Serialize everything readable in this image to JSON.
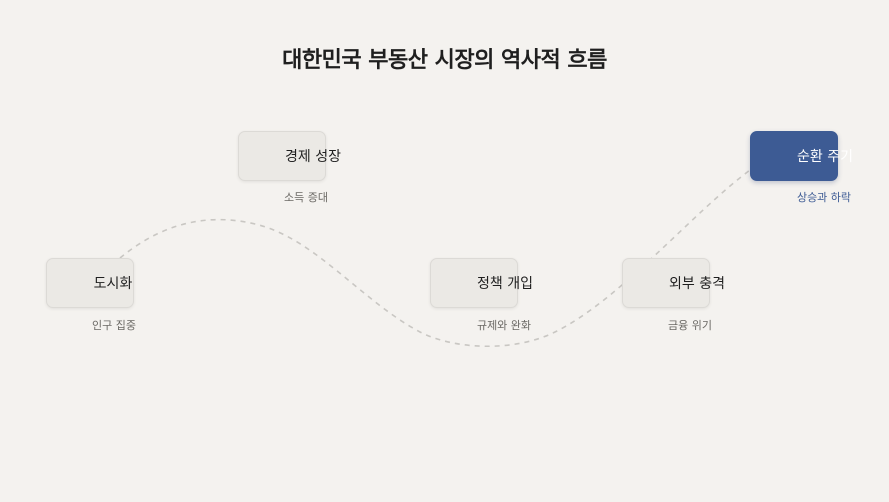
{
  "title": "대한민국 부동산 시장의 역사적 흐름",
  "nodes": [
    {
      "label": "도시화",
      "sub": "인구 집중"
    },
    {
      "label": "경제 성장",
      "sub": "소득 증대"
    },
    {
      "label": "정책 개입",
      "sub": "규제와 완화"
    },
    {
      "label": "외부 충격",
      "sub": "금융 위기"
    },
    {
      "label": "순환 주기",
      "sub": "상승과 하락"
    }
  ],
  "colors": {
    "background": "#f4f2ef",
    "node": "#ebe9e5",
    "active": "#3d5b94",
    "connector": "#c9c7c3"
  }
}
